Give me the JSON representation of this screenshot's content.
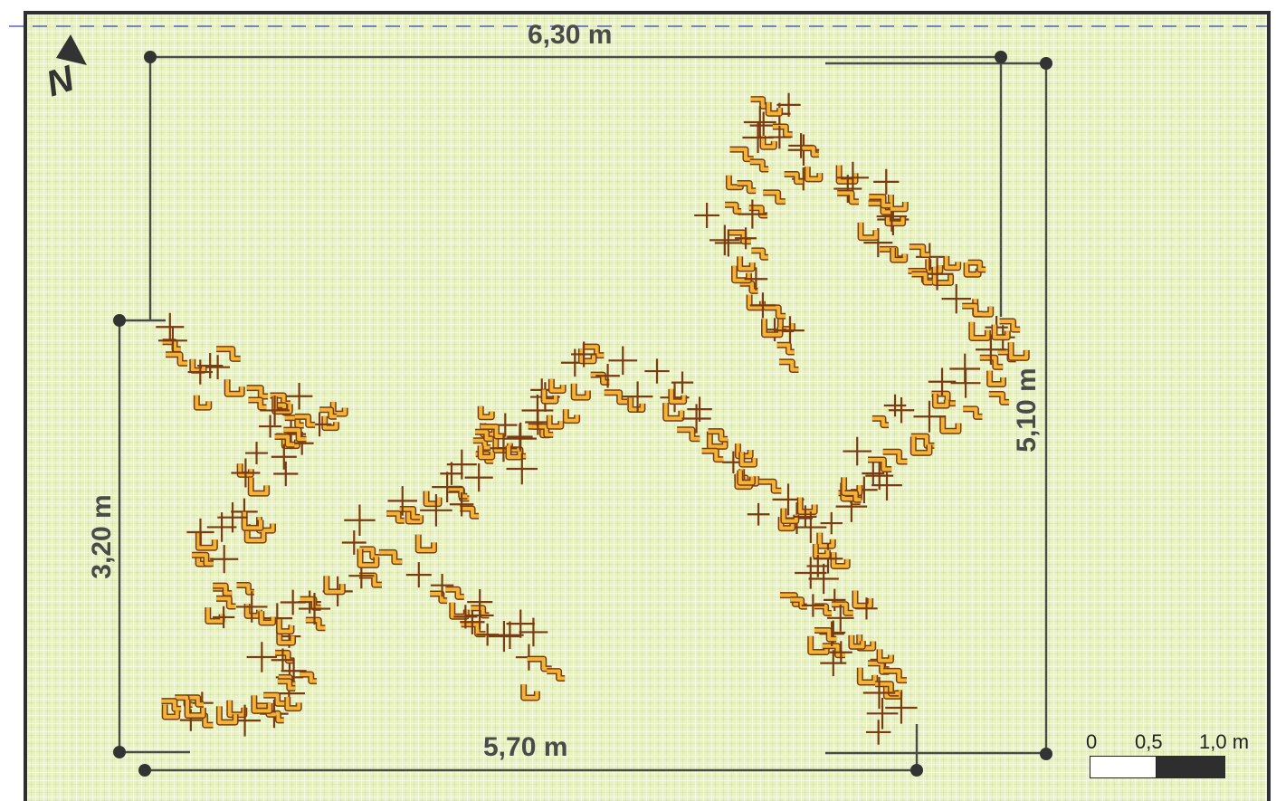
{
  "dimensions": {
    "top": "6,30 m",
    "bottom": "5,70 m",
    "left": "3,20 m",
    "right": "5,10 m"
  },
  "north": {
    "label": "N",
    "icon": "north-arrow-icon"
  },
  "scale_bar": {
    "ticks": [
      "0",
      "0,5",
      "1,0 m"
    ],
    "segments": [
      {
        "from": 0,
        "to": 0.5,
        "color": "#ffffff"
      },
      {
        "from": 0.5,
        "to": 1.0,
        "color": "#2e2e2e"
      }
    ]
  },
  "colors": {
    "background": "#e9f2c2",
    "outline": "#4a4a4a",
    "planting_fill": "#f2b437",
    "planting_edge": "#7a3b10",
    "guide_line": "#3344cc"
  }
}
